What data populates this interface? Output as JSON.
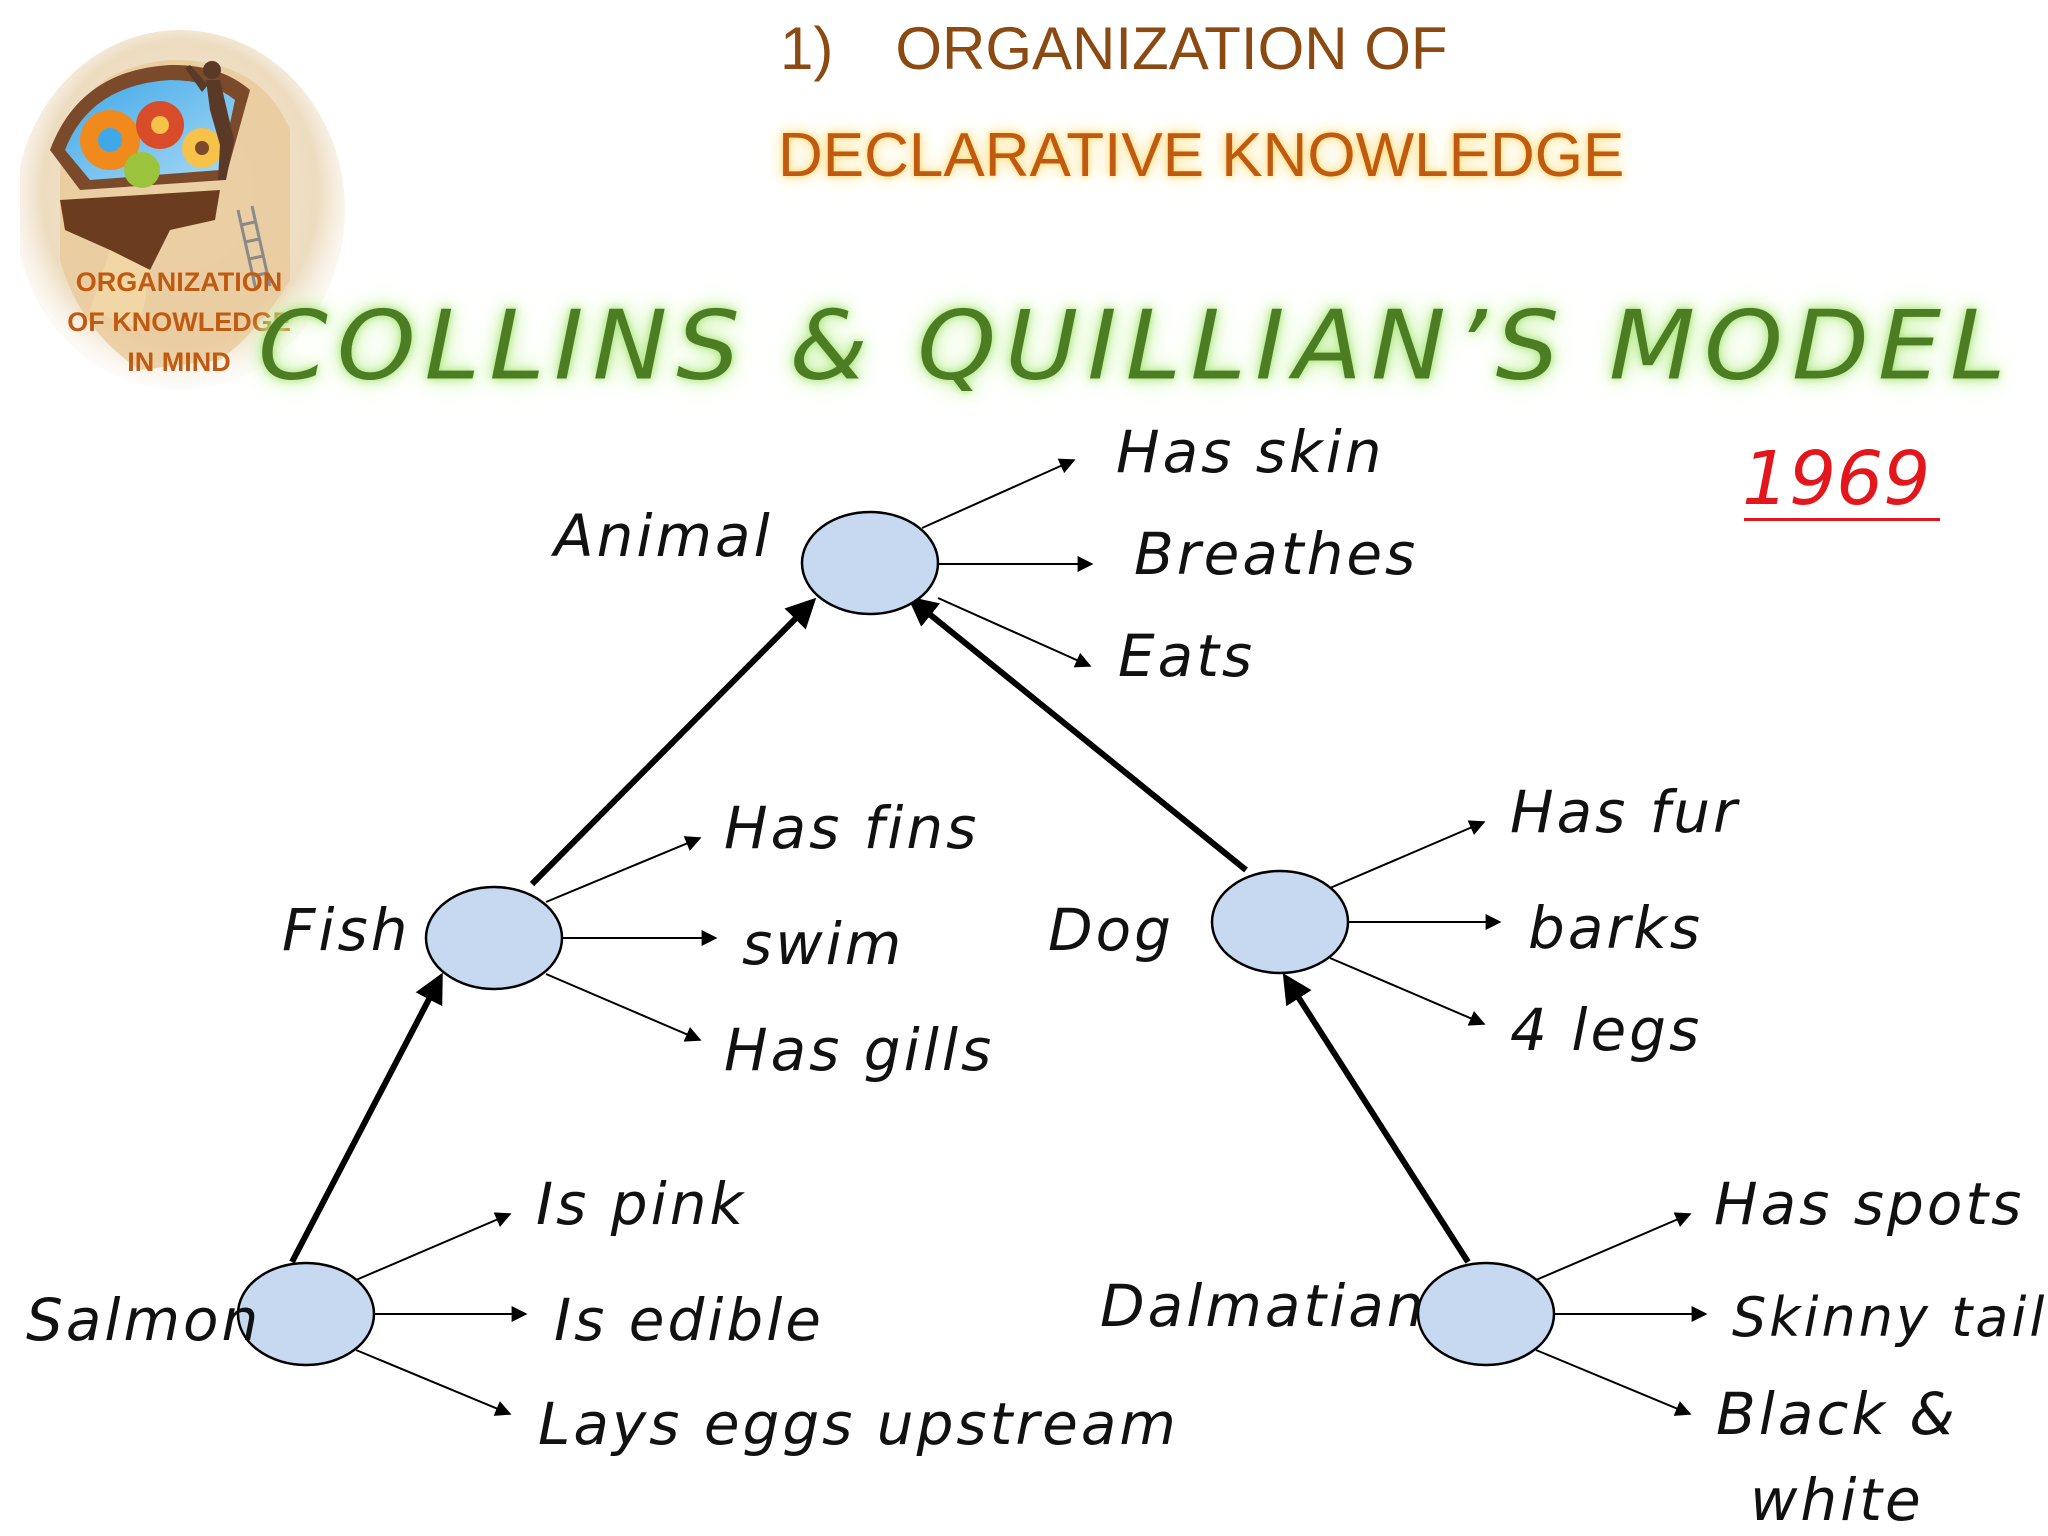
{
  "header": {
    "number": "1)",
    "line1": "ORGANIZATION OF",
    "line2": "DECLARATIVE KNOWLEDGE"
  },
  "logo": {
    "line1": "ORGANIZATION",
    "line2": "OF KNOWLEDGE",
    "line3": "IN MIND"
  },
  "title": "COLLINS & QUILLIAN’S MODEL",
  "year": "1969",
  "colors": {
    "node_fill": "#c6d9f0",
    "header": "#8a4a12",
    "title": "#4c7d23",
    "year": "#e3161b"
  },
  "nodes": {
    "animal": {
      "label": "Animal",
      "properties": [
        "Has skin",
        "Breathes",
        "Eats"
      ]
    },
    "fish": {
      "label": "Fish",
      "properties": [
        "Has fins",
        "swim",
        "Has gills"
      ]
    },
    "dog": {
      "label": "Dog",
      "properties": [
        "Has fur",
        "barks",
        "4 legs"
      ]
    },
    "salmon": {
      "label": "Salmon",
      "properties": [
        "Is pink",
        "Is edible",
        "Lays eggs upstream"
      ]
    },
    "dalmatian": {
      "label": "Dalmatian",
      "properties": [
        "Has spots",
        "Skinny tail",
        "Black &",
        "white"
      ]
    }
  }
}
